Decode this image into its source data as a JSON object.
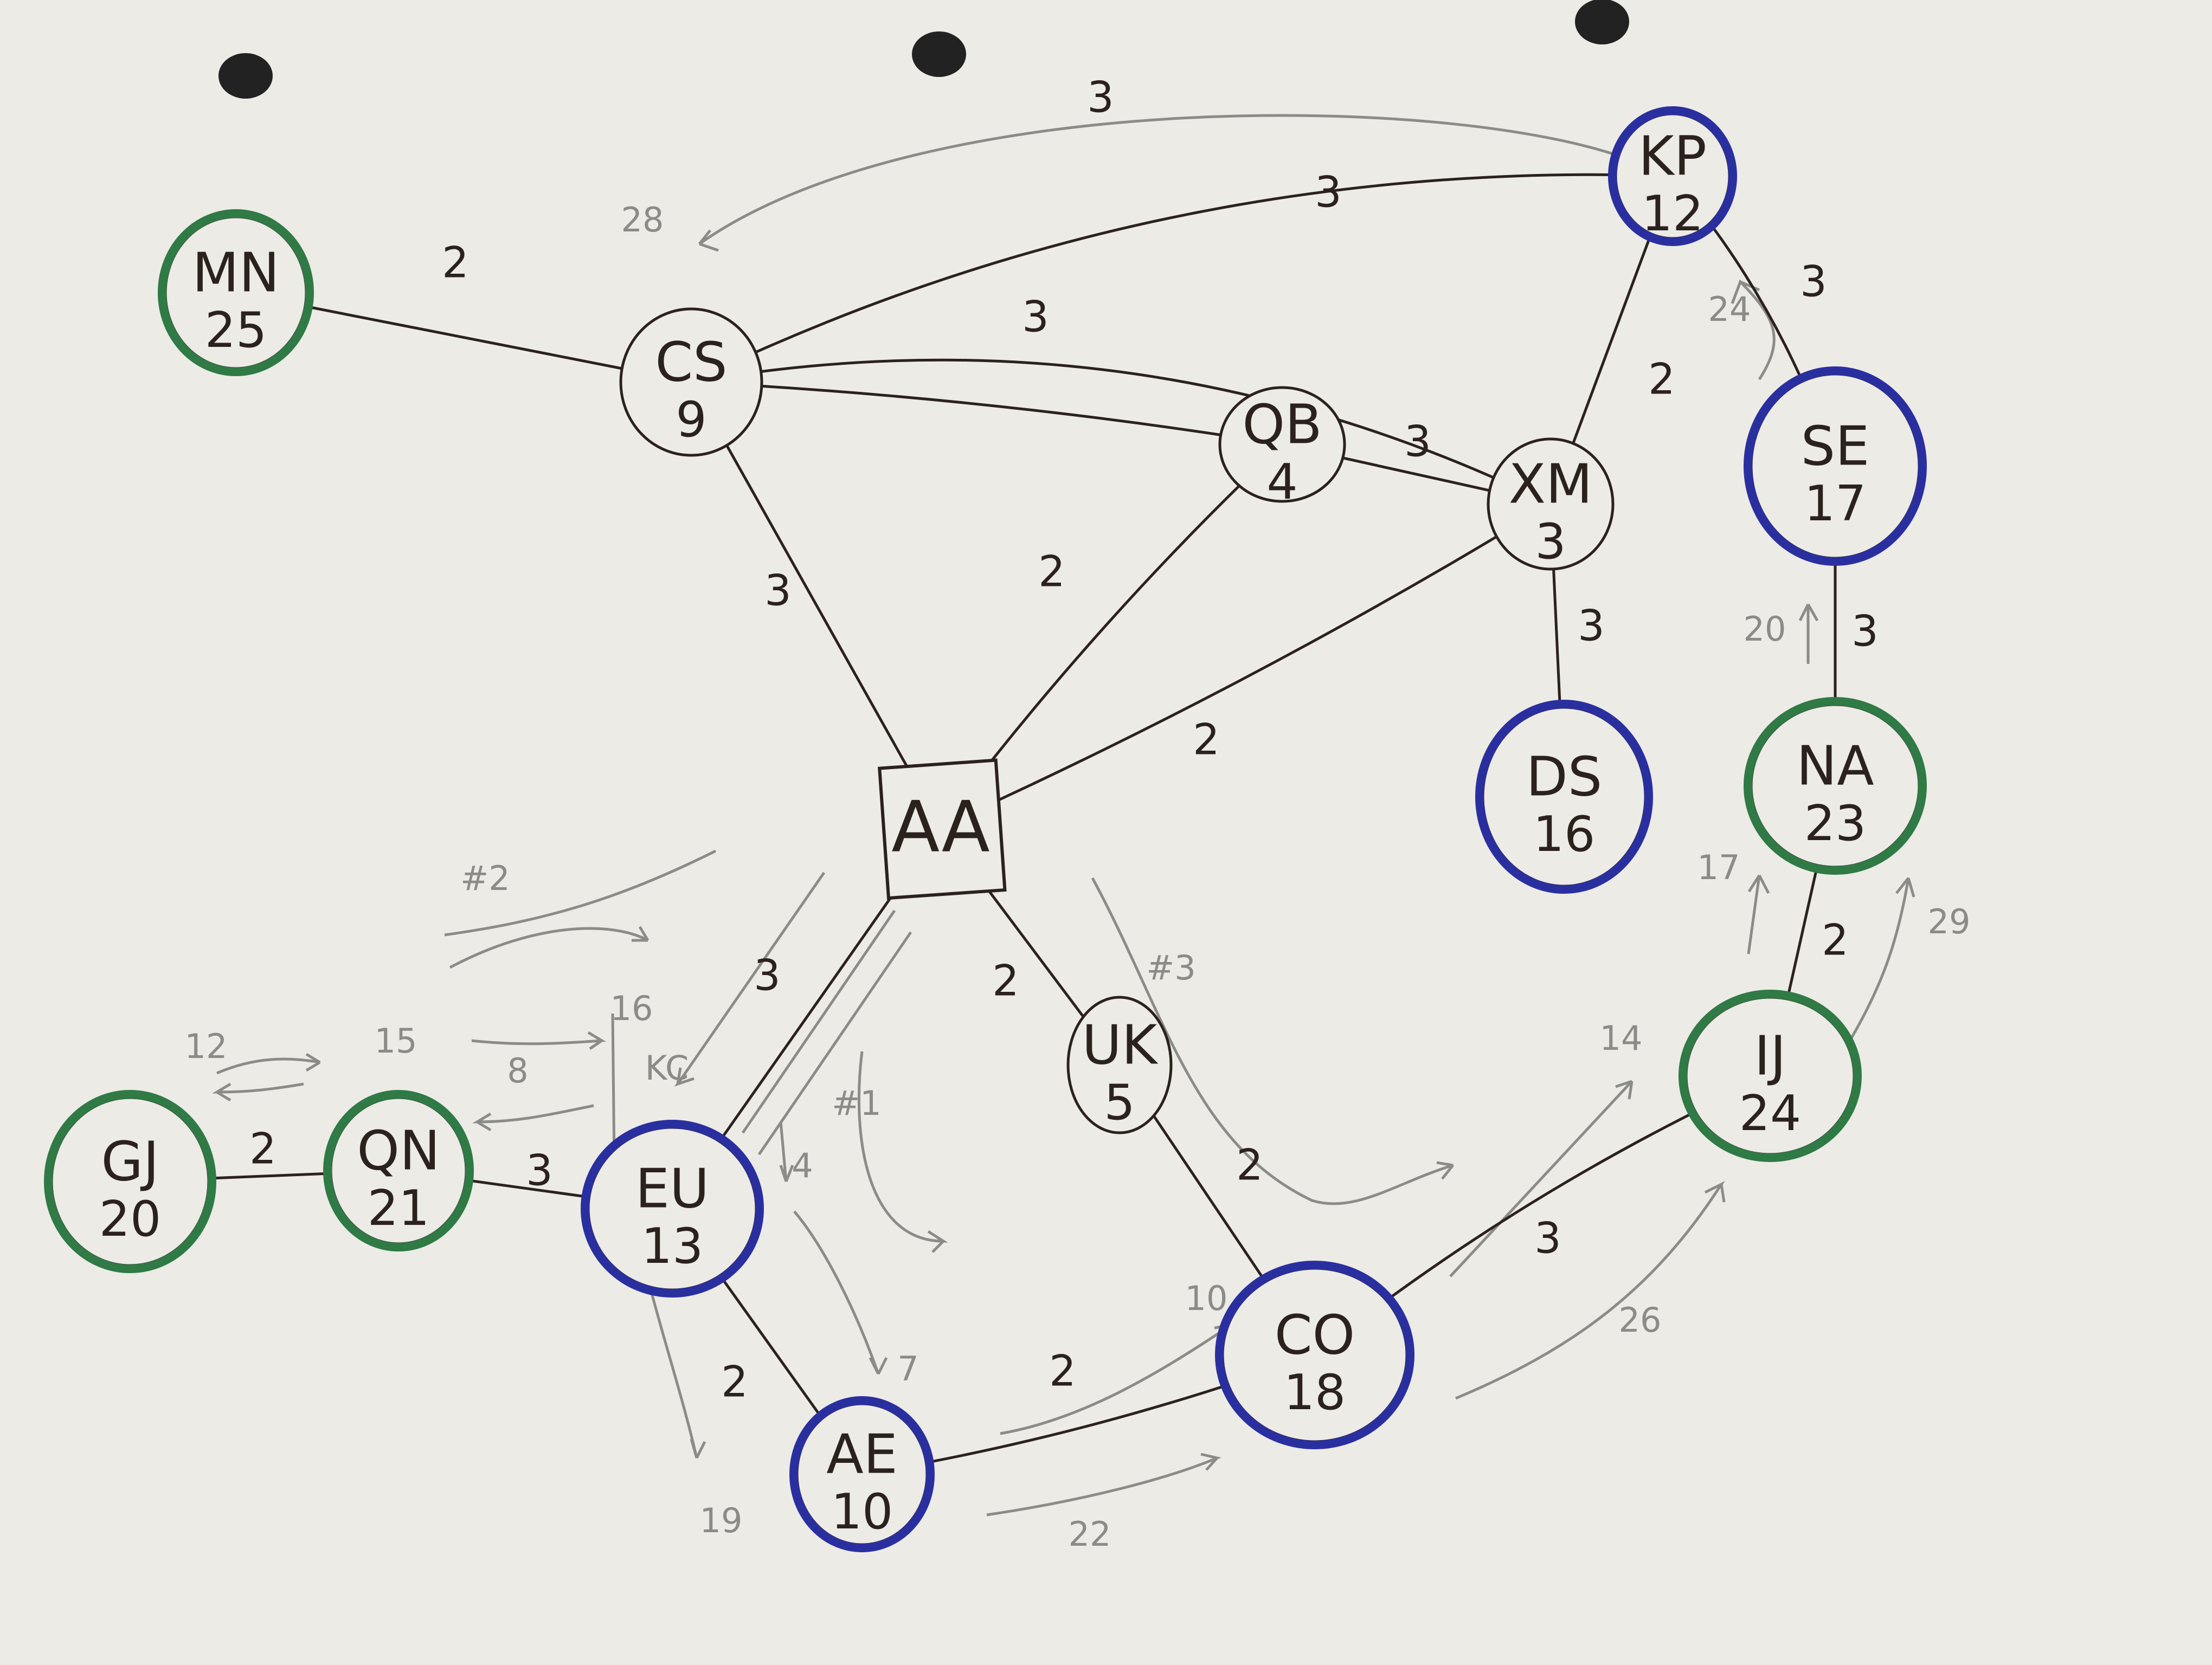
{
  "colors": {
    "paper": "#ecebe6",
    "ink": "#2b211d",
    "pencil": "#8b8b88",
    "blue_marker": "#2a2fa0",
    "green_marker": "#2f7a45",
    "hole": "#222222"
  },
  "nodes": [
    {
      "id": "MN",
      "label": "MN",
      "value": "25",
      "ring": "green"
    },
    {
      "id": "CS",
      "label": "CS",
      "value": "9",
      "ring": "none"
    },
    {
      "id": "QB",
      "label": "QB",
      "value": "4",
      "ring": "none"
    },
    {
      "id": "XM",
      "label": "XM",
      "value": "3",
      "ring": "none"
    },
    {
      "id": "KP",
      "label": "KP",
      "value": "12",
      "ring": "blue"
    },
    {
      "id": "SE",
      "label": "SE",
      "value": "17",
      "ring": "blue"
    },
    {
      "id": "DS",
      "label": "DS",
      "value": "16",
      "ring": "blue"
    },
    {
      "id": "NA",
      "label": "NA",
      "value": "23",
      "ring": "green"
    },
    {
      "id": "AA",
      "label": "AA",
      "value": "",
      "ring": "square"
    },
    {
      "id": "UK",
      "label": "UK",
      "value": "5",
      "ring": "none"
    },
    {
      "id": "IJ",
      "label": "IJ",
      "value": "24",
      "ring": "green"
    },
    {
      "id": "GJ",
      "label": "GJ",
      "value": "20",
      "ring": "green"
    },
    {
      "id": "QN",
      "label": "QN",
      "value": "21",
      "ring": "green"
    },
    {
      "id": "EU",
      "label": "EU",
      "value": "13",
      "ring": "blue"
    },
    {
      "id": "AE",
      "label": "AE",
      "value": "10",
      "ring": "blue"
    },
    {
      "id": "CO",
      "label": "CO",
      "value": "18",
      "ring": "blue"
    }
  ],
  "edges": [
    {
      "from": "MN",
      "to": "CS",
      "weight": "2"
    },
    {
      "from": "CS",
      "to": "KP",
      "weight": "3"
    },
    {
      "from": "CS",
      "to": "XM",
      "weight": "3"
    },
    {
      "from": "CS",
      "to": "QB",
      "weight": "3"
    },
    {
      "from": "CS",
      "to": "AA",
      "weight": "3"
    },
    {
      "from": "QB",
      "to": "XM",
      "weight": "3"
    },
    {
      "from": "QB",
      "to": "AA",
      "weight": "2"
    },
    {
      "from": "KP",
      "to": "XM",
      "weight": "2"
    },
    {
      "from": "KP",
      "to": "SE",
      "weight": "3"
    },
    {
      "from": "XM",
      "to": "DS",
      "weight": "3"
    },
    {
      "from": "XM",
      "to": "AA",
      "weight": "2"
    },
    {
      "from": "SE",
      "to": "NA",
      "weight": "3"
    },
    {
      "from": "NA",
      "to": "IJ",
      "weight": "2"
    },
    {
      "from": "AA",
      "to": "EU",
      "weight": "3"
    },
    {
      "from": "AA",
      "to": "UK",
      "weight": "2"
    },
    {
      "from": "UK",
      "to": "CO",
      "weight": "2"
    },
    {
      "from": "GJ",
      "to": "QN",
      "weight": "2"
    },
    {
      "from": "QN",
      "to": "EU",
      "weight": "3"
    },
    {
      "from": "EU",
      "to": "AE",
      "weight": "2"
    },
    {
      "from": "AE",
      "to": "CO",
      "weight": "2"
    },
    {
      "from": "CO",
      "to": "IJ",
      "weight": "3"
    }
  ],
  "pencil_notes": [
    "28",
    "24",
    "20",
    "17",
    "29",
    "14",
    "26",
    "22",
    "19",
    "12",
    "15",
    "16",
    "8",
    "4",
    "7",
    "10",
    "#2",
    "#1",
    "#3",
    "KC"
  ]
}
